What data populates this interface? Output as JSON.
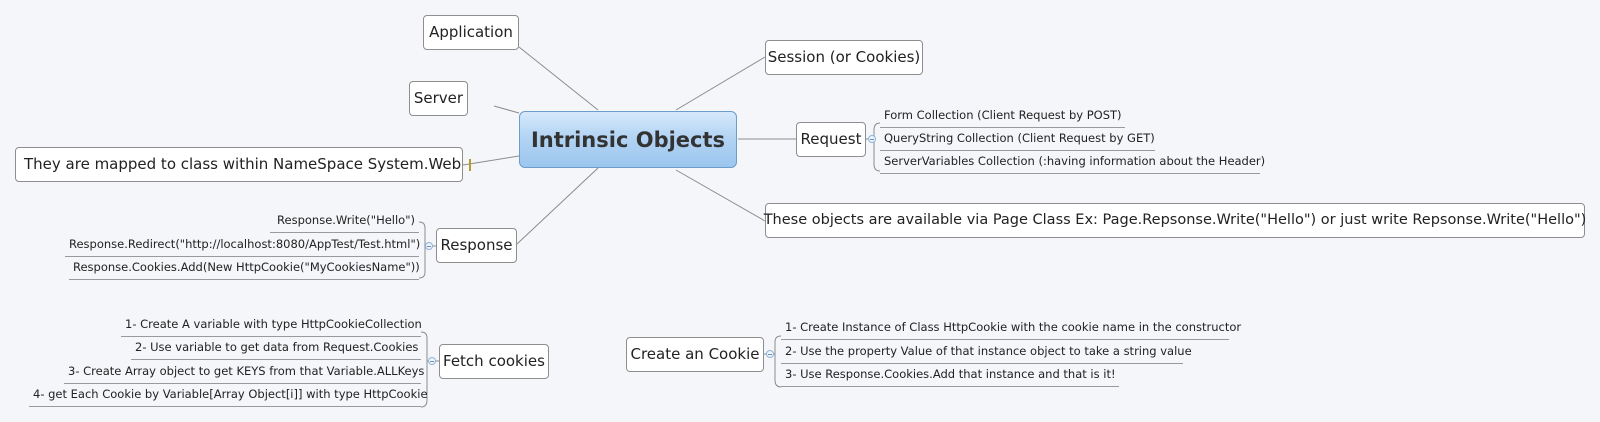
{
  "central": {
    "label": "Intrinsic Objects"
  },
  "left_topics": {
    "application": "Application",
    "server": "Server",
    "mapped": "They are mapped to class within NameSpace System.Web",
    "response": "Response",
    "fetch_cookies": "Fetch cookies"
  },
  "right_topics": {
    "session": "Session (or Cookies)",
    "request": "Request",
    "available": "These objects are available via Page Class Ex: Page.Repsonse.Write(\"Hello\") or just write Repsonse.Write(\"Hello\")",
    "create_cookie": "Create an Cookie"
  },
  "request_items": [
    "Form Collection (Client Request by POST)",
    "QueryString Collection (Client Request by GET)",
    "ServerVariables Collection (:having information about the Header)"
  ],
  "response_items": [
    "Response.Write(\"Hello\")",
    "Response.Redirect(\"http://localhost:8080/AppTest/Test.html\")",
    "Response.Cookies.Add(New HttpCookie(\"MyCookiesName\"))"
  ],
  "fetch_items": [
    "1- Create A variable with type HttpCookieCollection",
    "2- Use variable to get data from Request.Cookies",
    "3- Create Array object to get KEYS from that Variable.ALLKeys",
    "4- get Each Cookie by Variable[Array Object[i]] with type HttpCookie"
  ],
  "create_items": [
    "1- Create Instance of Class HttpCookie with the cookie name in the constructor",
    "2- Use the property Value of that instance object to take a string value",
    "3- Use Response.Cookies.Add that instance and that is it!"
  ],
  "icons": {
    "note": "note-icon",
    "collapse": "collapse-toggle-icon"
  },
  "colors": {
    "background": "#f4f6f9",
    "central_fill": "#b3d4f4",
    "central_border": "#6d9cc9",
    "topic_border": "#8e8e8e",
    "line": "#8c8c8c"
  }
}
